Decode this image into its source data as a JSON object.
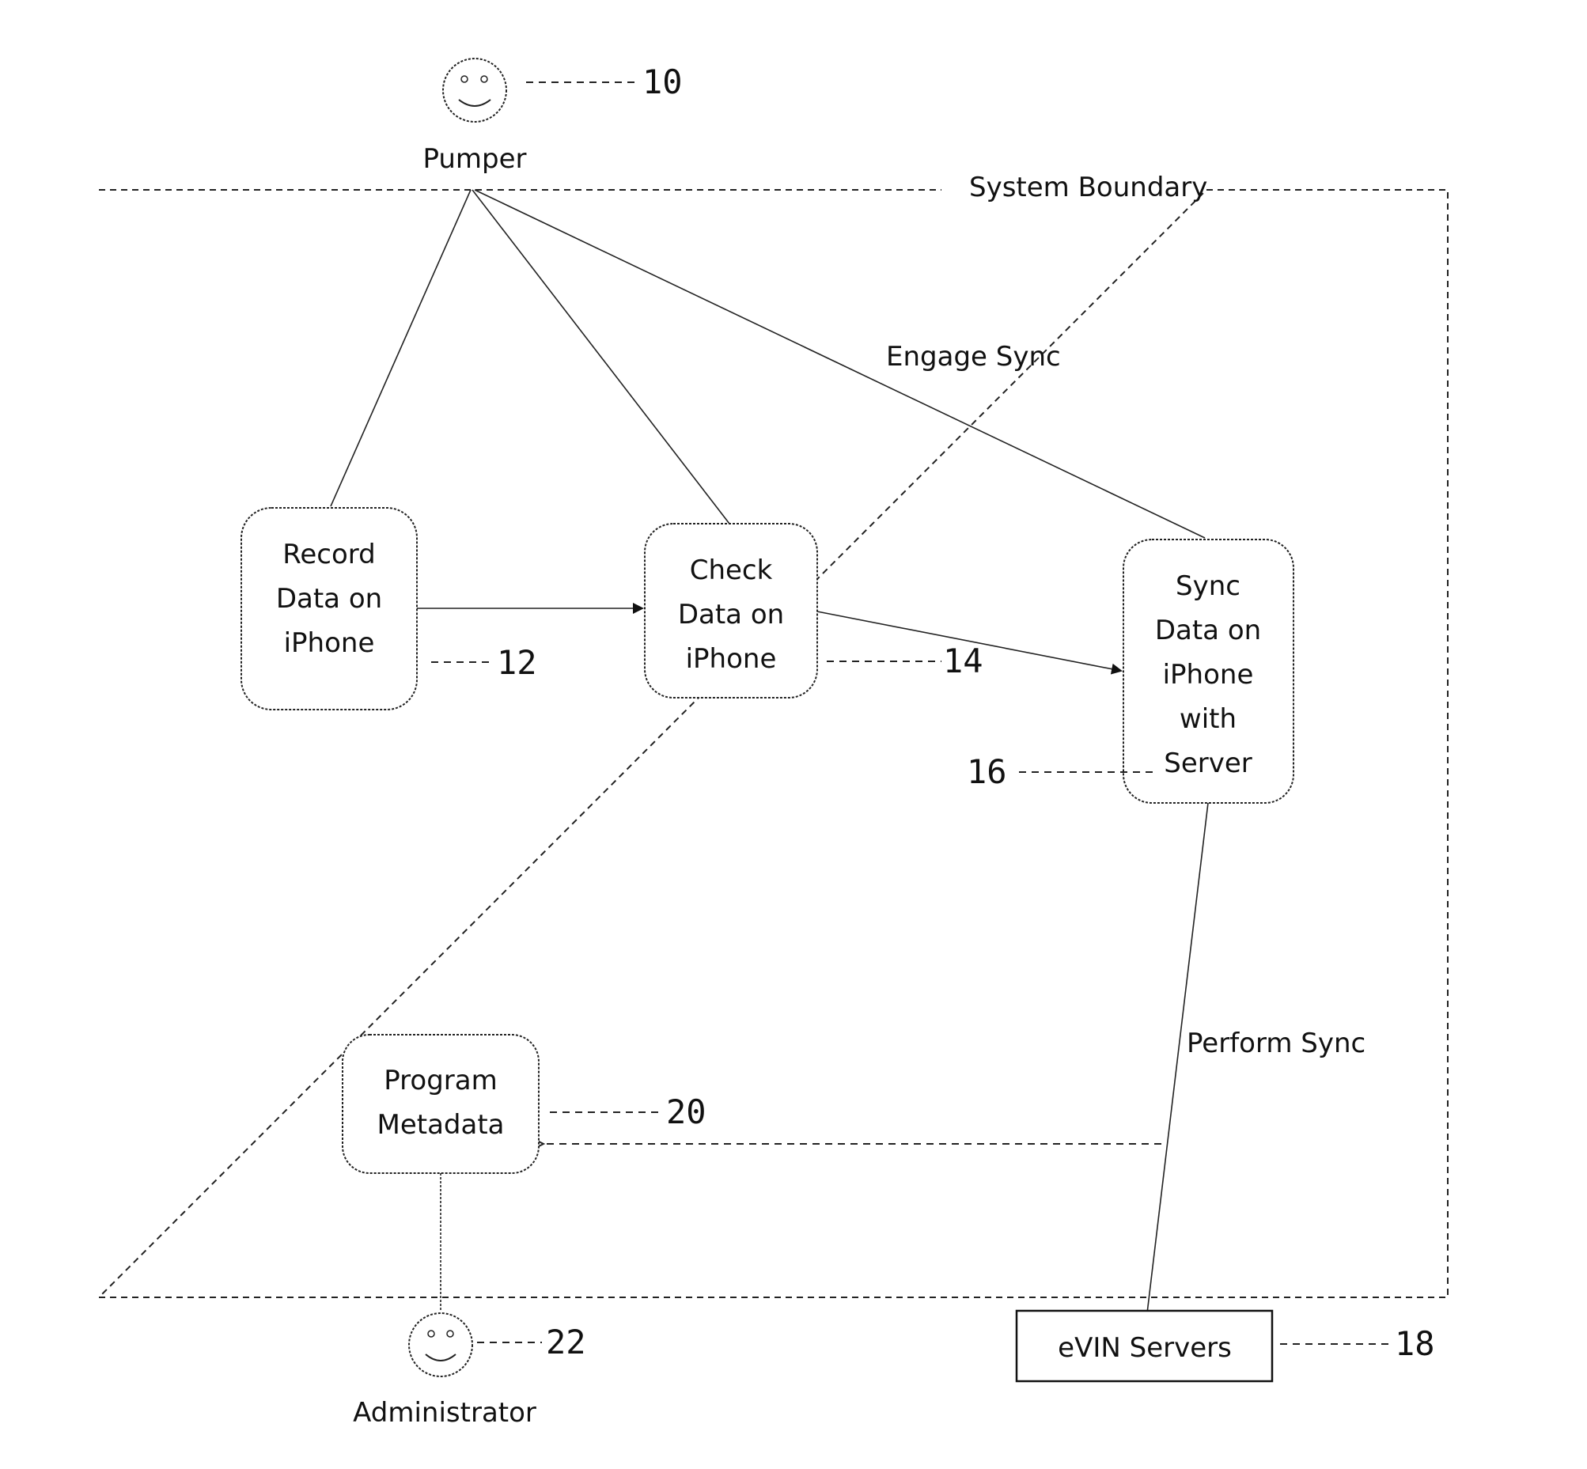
{
  "actors": {
    "pumper": {
      "label": "Pumper",
      "ref": "10"
    },
    "administrator": {
      "label": "Administrator",
      "ref": "22"
    }
  },
  "boundary": {
    "label": "System Boundary"
  },
  "use_cases": {
    "record": {
      "lines": [
        "Record",
        "Data on",
        "iPhone"
      ],
      "ref": "12"
    },
    "check": {
      "lines": [
        "Check",
        "Data on",
        "iPhone"
      ],
      "ref": "14"
    },
    "sync": {
      "lines": [
        "Sync",
        "Data on",
        "iPhone",
        "with",
        "Server"
      ],
      "ref": "16"
    },
    "metadata": {
      "lines": [
        "Program",
        "Metadata"
      ],
      "ref": "20"
    }
  },
  "servers": {
    "label": "eVIN Servers",
    "ref": "18"
  },
  "connections": {
    "engage_sync": "Engage Sync",
    "perform_sync": "Perform Sync"
  }
}
